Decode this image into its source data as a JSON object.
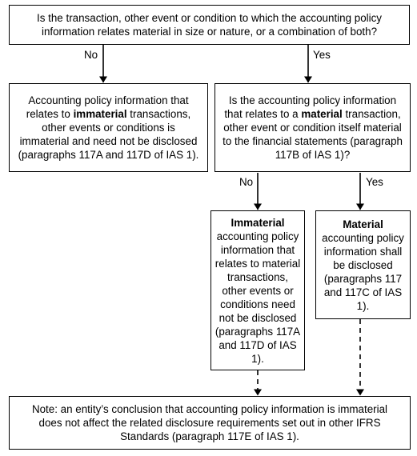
{
  "diagram": {
    "question_1": "Is the transaction, other event or condition to which the accounting policy information relates material in size or nature, or a combination of both?",
    "edge_no_1": "No",
    "edge_yes_1": "Yes",
    "result_immaterial": {
      "before": "Accounting policy information that relates to ",
      "bold": "immaterial",
      "after": " transactions, other events or conditions is immaterial and need not be disclosed (paragraphs 117A and 117D of IAS 1)."
    },
    "question_2": {
      "before": "Is the accounting policy information that relates to a ",
      "bold": "material",
      "after": " transaction, other event or condition itself material to the financial statements (paragraph 117B of IAS 1)?"
    },
    "edge_no_2": "No",
    "edge_yes_2": "Yes",
    "result_immaterial_2": {
      "bold": "Immaterial",
      "after": " accounting policy information that relates to material transactions, other events or conditions need not be disclosed (paragraphs 117A and 117D of IAS 1)."
    },
    "result_material": {
      "bold": "Material",
      "after": " accounting policy information shall be disclosed (paragraphs 117 and 117C of IAS 1)."
    },
    "note": "Note: an entity’s conclusion that accounting policy information is immaterial does not affect the related disclosure requirements set out in other IFRS Standards (paragraph 117E of IAS 1)."
  }
}
